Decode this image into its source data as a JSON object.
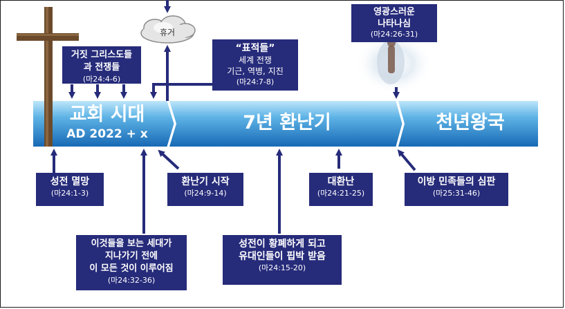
{
  "colors": {
    "box_bg": "#262b7a",
    "band_light": "#8fd0f2",
    "band_dark": "#1a78c2",
    "arrow": "#262b7a",
    "cross": "#6b4a2b"
  },
  "eras": [
    {
      "title": "교회 시대",
      "subtitle": "AD 2022 + x"
    },
    {
      "title": "7년 환난기"
    },
    {
      "title": "천년왕국"
    }
  ],
  "cloud": {
    "label": "휴거"
  },
  "glory": {
    "line1": "영광스러운",
    "line2": "나타나심",
    "ref": "(마24:26-31)"
  },
  "boxes": {
    "false_christs": {
      "line1": "거짓 그리스도들",
      "line2": "과 전쟁들",
      "ref": "(마24:4-6)"
    },
    "signs": {
      "line1": "“표적들”",
      "line2": "세계 전쟁",
      "line3": "기근, 역병, 지진",
      "ref": "(마24:7-8)"
    },
    "temple_destroyed": {
      "line1": "성전 멸망",
      "ref": "(마24:1-3)"
    },
    "tribulation_begins": {
      "line1": "환난기 시작",
      "ref": "(마24:9-14)"
    },
    "great_tribulation": {
      "line1": "대환난",
      "ref": "(마24:21-25)"
    },
    "judgment_nations": {
      "line1": "이방 민족들의 심판",
      "ref": "(마25:31-46)"
    },
    "this_generation": {
      "line1": "이것들을 보는 세대가",
      "line2": "지나가기 전에",
      "line3": "이 모든 것이 이루어짐",
      "ref": "(마24:32-36)"
    },
    "abomination": {
      "line1": "성전이 황폐하게 되고",
      "line2": "유대인들이 핍박 받음",
      "ref": "(마24:15-20)"
    }
  }
}
